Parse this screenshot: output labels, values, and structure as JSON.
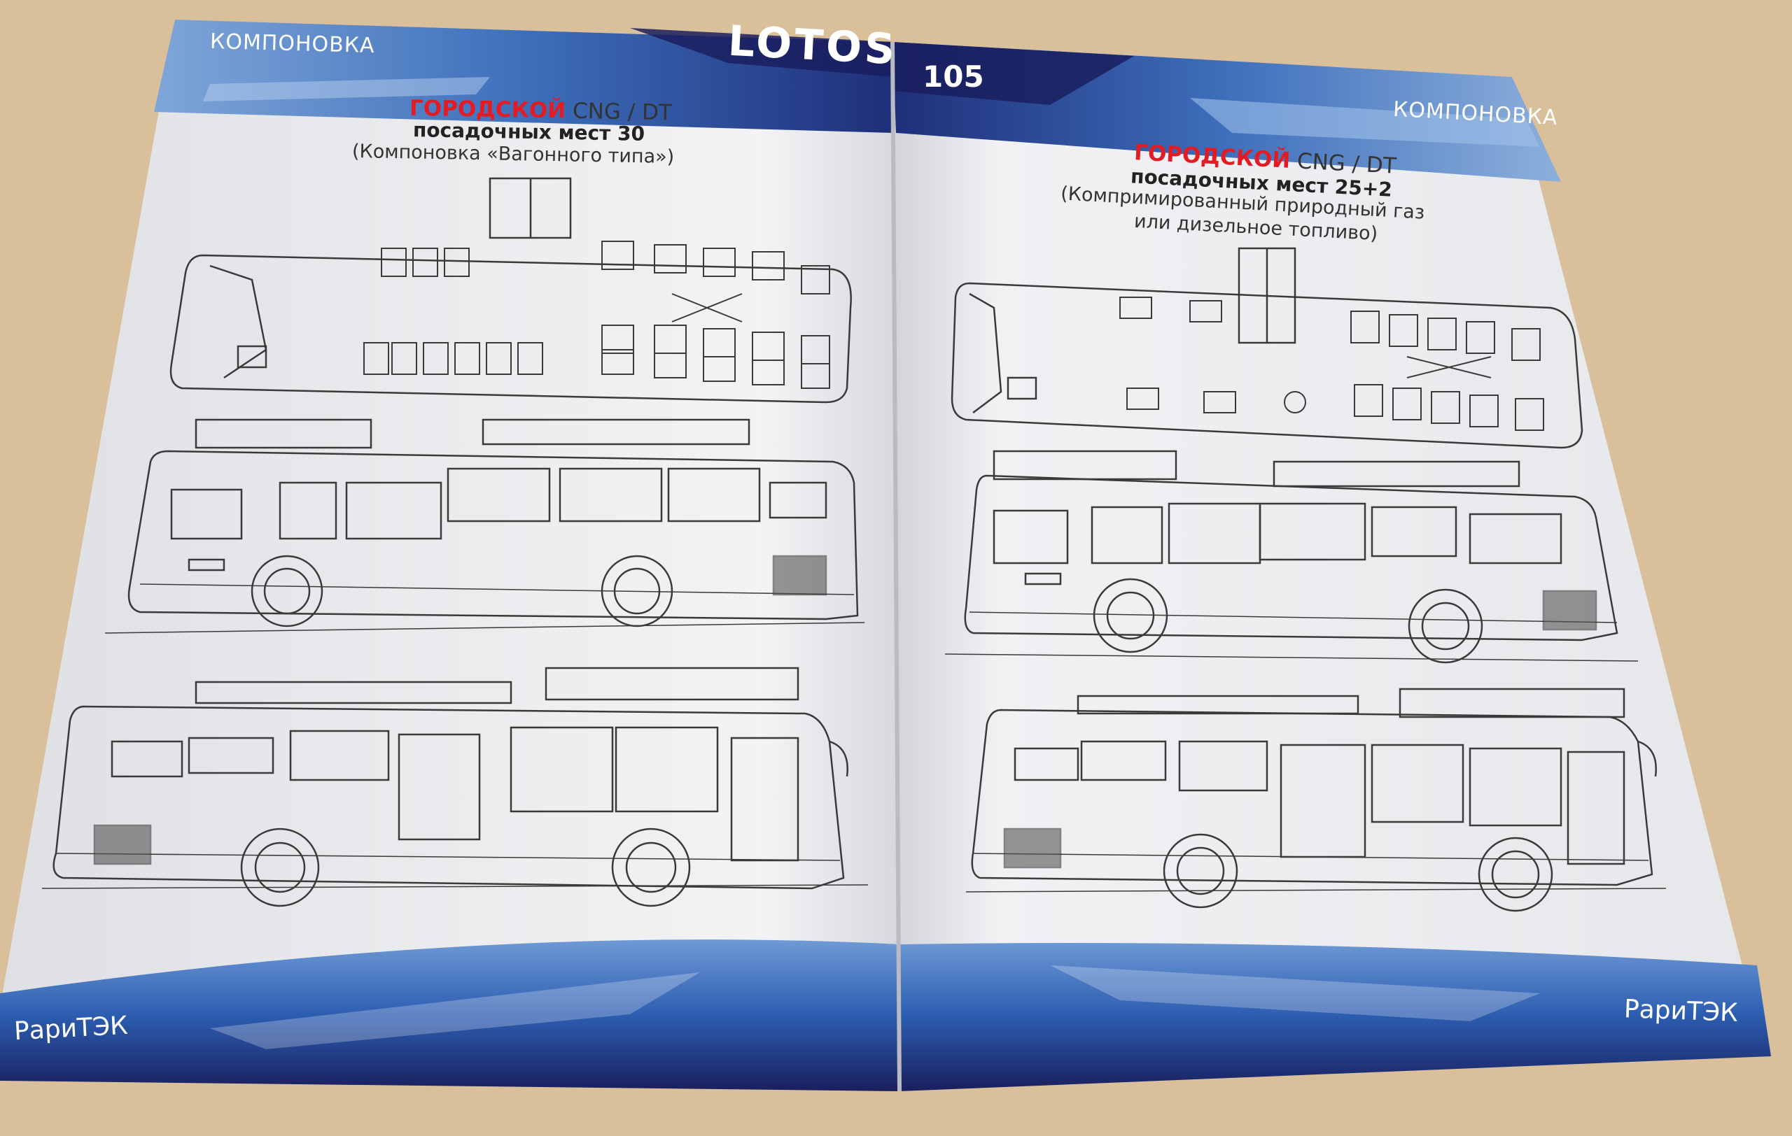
{
  "brand_logo": "LOTOS",
  "page_number": "105",
  "publisher": "РариТЭК",
  "left_page": {
    "section_header": "КОМПОНОВКА",
    "title_red": "ГОРОДСКОЙ",
    "title_rest": "CNG / DT",
    "seats": "посадочных мест 30",
    "layout_note": "(Компоновка «Вагонного типа»)"
  },
  "right_page": {
    "section_header": "КОМПОНОВКА",
    "title_red": "ГОРОДСКОЙ",
    "title_rest": "CNG / DT",
    "seats": "посадочных мест 25+2",
    "note_line1": "(Компримированный природный газ",
    "note_line2": "или дизельное топливо)"
  },
  "colors": {
    "header_blue": "#2f5fae",
    "dark_navy": "#1a1f5e",
    "accent_red": "#e31c24",
    "paper": "#f1f1f3",
    "line": "#3a3a3a"
  }
}
